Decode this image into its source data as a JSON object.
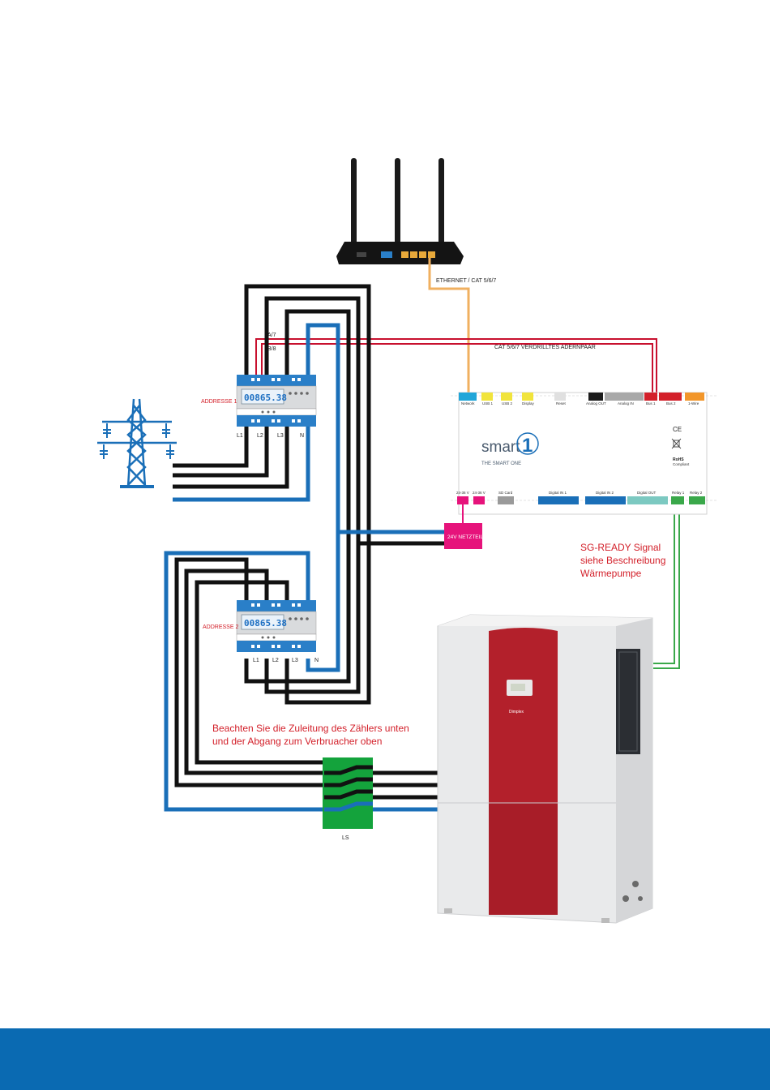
{
  "labels": {
    "ethernet": "ETHERNET / CAT 5/6/7",
    "cat_pair": "CAT 5/6/7 VERDRILLTES ADERNPAAR",
    "a7": "A/7",
    "b8": "B/8",
    "addr1": "ADDRESSE 1",
    "addr2": "ADDRESSE 2",
    "power_supply": "24V NETZTEIL",
    "breaker": "LS",
    "sg_ready": [
      "SG-READY Signal",
      "siehe Beschreibung",
      "Wärmepumpe"
    ],
    "note": [
      "Beachten Sie die Zuleitung des Zählers unten",
      "und der Abgang zum Verbruacher oben"
    ]
  },
  "meter1": {
    "display": "00865.38",
    "terminals": [
      "L1",
      "L2",
      "L3",
      "N"
    ]
  },
  "meter2": {
    "display": "00865.38",
    "terminals": [
      "L1",
      "L2",
      "L3",
      "N"
    ]
  },
  "controller": {
    "brand": "smart",
    "brand_digit": "1",
    "tagline": "THE SMART ONE",
    "ce": "CE",
    "rohs": "RoHS",
    "rohs_sub": "Compliant",
    "top_ports": [
      "Network",
      "USB 1",
      "USB 2",
      "Display",
      "Reset",
      "Analog OUT",
      "Analog IN",
      "Bus 1",
      "Bus 2",
      "1-Wire"
    ],
    "bottom_ports": [
      "24-36 V",
      "24-36 V",
      "SD Card",
      "Digital IN 1",
      "Digital IN 2",
      "Digital OUT",
      "Relay 1",
      "Relay 2"
    ]
  },
  "heat_pump": {
    "brand": "Dimplex"
  },
  "colors": {
    "wire_black": "#111111",
    "wire_blue": "#1a6fb8",
    "ethernet": "#f0b060",
    "bus_red": "#c8102e",
    "sg_green": "#3aa84a",
    "psu_magenta": "#e6137b",
    "breaker_green": "#14a33c",
    "meter_blue": "#2a7fc8",
    "footer_blue": "#0a6ab2",
    "pump_red": "#b3202b"
  }
}
